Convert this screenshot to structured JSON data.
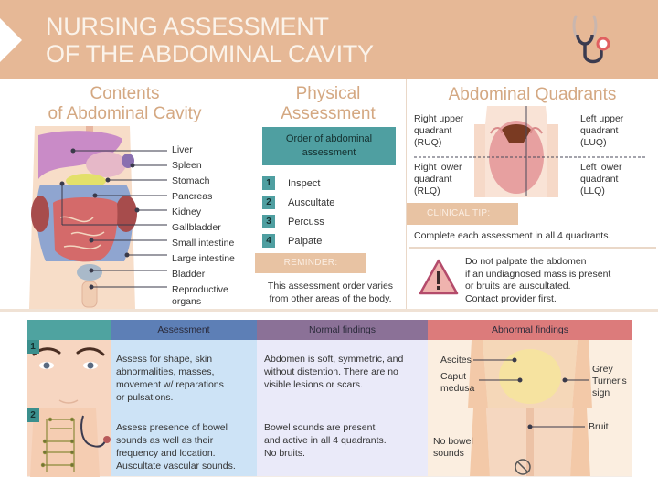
{
  "header": {
    "title_line1": "NURSING ASSESSMENT",
    "title_line2": "OF THE ABDOMINAL CAVITY",
    "icon": "stethoscope-icon",
    "bg_color": "#e6b896"
  },
  "contents": {
    "title_line1": "Contents",
    "title_line2": "of Abdominal Cavity",
    "organs": [
      "Liver",
      "Spleen",
      "Stomach",
      "Pancreas",
      "Kidney",
      "Gallbladder",
      "Small intestine",
      "Large intestine",
      "Bladder",
      "Reproductive",
      "organs"
    ]
  },
  "physical": {
    "title_line1": "Physical",
    "title_line2": "Assessment",
    "order_line1": "Order of abdominal",
    "order_line2": "assessment",
    "steps": [
      {
        "num": "1",
        "label": "Inspect"
      },
      {
        "num": "2",
        "label": "Auscultate"
      },
      {
        "num": "3",
        "label": "Percuss"
      },
      {
        "num": "4",
        "label": "Palpate"
      }
    ],
    "reminder_label": "REMINDER:",
    "reminder_line1": "This assessment order varies",
    "reminder_line2": "from other areas of the body."
  },
  "quadrants": {
    "title": "Abdominal Quadrants",
    "ruq": [
      "Right upper",
      "quadrant",
      "(RUQ)"
    ],
    "luq": [
      "Left upper",
      "quadrant",
      "(LUQ)"
    ],
    "rlq": [
      "Right lower",
      "quadrant",
      "(RLQ)"
    ],
    "llq": [
      "Left lower",
      "quadrant",
      "(LLQ)"
    ],
    "clinical_tip_label": "CLINICAL TIP:",
    "clinical_tip_text": "Complete each assessment in all 4 quadrants.",
    "warning": [
      "Do not palpate the abdomen",
      "if an undiagnosed mass is present",
      "or bruits are auscultated.",
      "Contact provider first."
    ],
    "warning_icon": "warning-triangle-icon"
  },
  "table": {
    "headers": [
      "",
      "Assessment",
      "Normal findings",
      "Abnormal findings"
    ],
    "header_colors": [
      "#4fa3a0",
      "#5d7fb6",
      "#8b7197",
      "#dc7b7b"
    ],
    "rows": [
      {
        "num": "1",
        "image": "face-eyes-illustration",
        "assessment": [
          "Assess for shape, skin",
          "abnormalities, masses,",
          "movement w/ reparations",
          "or pulsations."
        ],
        "normal": [
          "Abdomen is soft, symmetric, and",
          "without distention. There are no",
          "visible lesions or scars."
        ],
        "abnormal_labels": [
          "Ascites",
          "Caput",
          "medusa",
          "Grey",
          "Turner's",
          "sign"
        ]
      },
      {
        "num": "2",
        "image": "torso-stethoscope-illustration",
        "assessment": [
          "Assess presence of bowel",
          "sounds as well as their",
          "frequency and location.",
          "Auscultate vascular sounds."
        ],
        "normal": [
          "Bowel sounds are present",
          "and active in all 4 quadrants.",
          "No bruits."
        ],
        "abnormal_labels": [
          "Bruit",
          "No bowel",
          "sounds"
        ]
      }
    ]
  }
}
